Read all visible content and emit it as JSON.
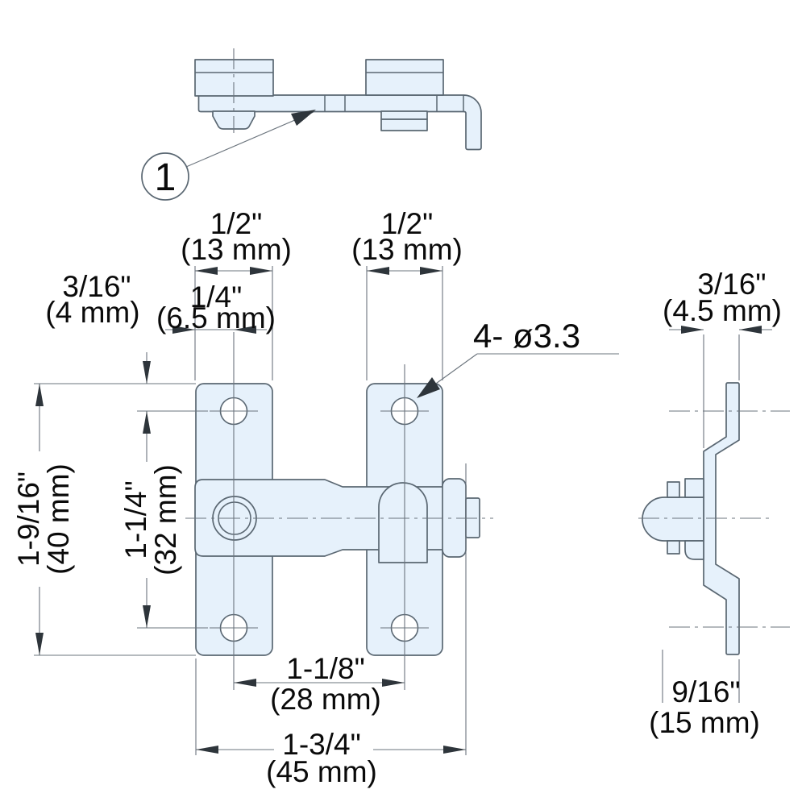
{
  "drawing": {
    "balloon_label": "1",
    "hole_note": "4- ø3.3",
    "dims": {
      "top_left_width": {
        "in": "1/2\"",
        "mm": "(13 mm)"
      },
      "top_right_width": {
        "in": "1/2\"",
        "mm": "(13 mm)"
      },
      "hole_offset": {
        "in": "1/4\"",
        "mm": "(6.5 mm)"
      },
      "top_edge_to_hole": {
        "in": "3/16\"",
        "mm": "(4 mm)"
      },
      "plate_height": {
        "in": "1-9/16\"",
        "mm": "(40 mm)"
      },
      "hole_v_spacing": {
        "in": "1-1/4\"",
        "mm": "(32 mm)"
      },
      "hole_h_spacing": {
        "in": "1-1/8\"",
        "mm": "(28 mm)"
      },
      "overall_width": {
        "in": "1-3/4\"",
        "mm": "(45 mm)"
      },
      "side_offset": {
        "in": "3/16\"",
        "mm": "(4.5 mm)"
      },
      "side_depth": {
        "in": "9/16\"",
        "mm": "(15 mm)"
      }
    },
    "colors": {
      "part_fill": "#e6f1fb",
      "part_stroke": "#5a6772",
      "dim_line": "#6b747d",
      "arrow": "#2e353b",
      "text": "#0a0a0a",
      "background": "#ffffff"
    }
  }
}
